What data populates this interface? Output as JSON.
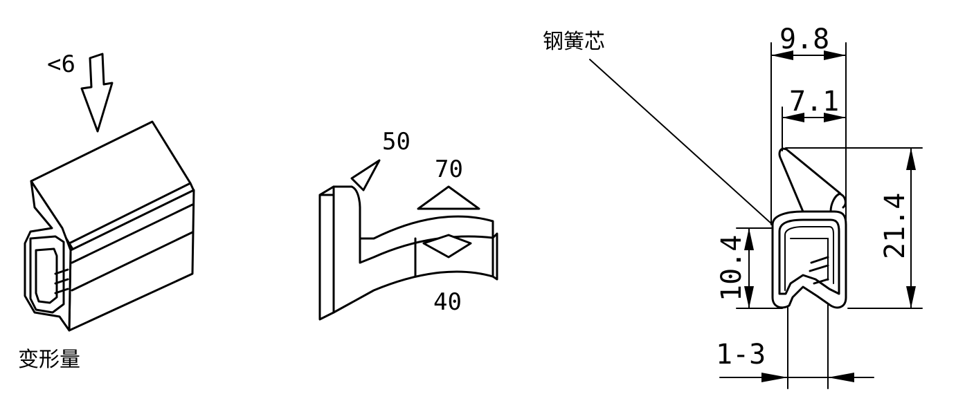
{
  "figure1": {
    "label_deformation": "变形量",
    "arrow_value": "<6"
  },
  "figure2": {
    "angle_top_left": "50",
    "angle_top_right": "70",
    "angle_bottom": "40"
  },
  "figure3": {
    "leader_label": "钢簧芯",
    "dim_total_width": "9.8",
    "dim_inner_width": "7.1",
    "dim_total_height": "21.4",
    "dim_channel_height": "10.4",
    "dim_clamp_range": "1-3"
  }
}
